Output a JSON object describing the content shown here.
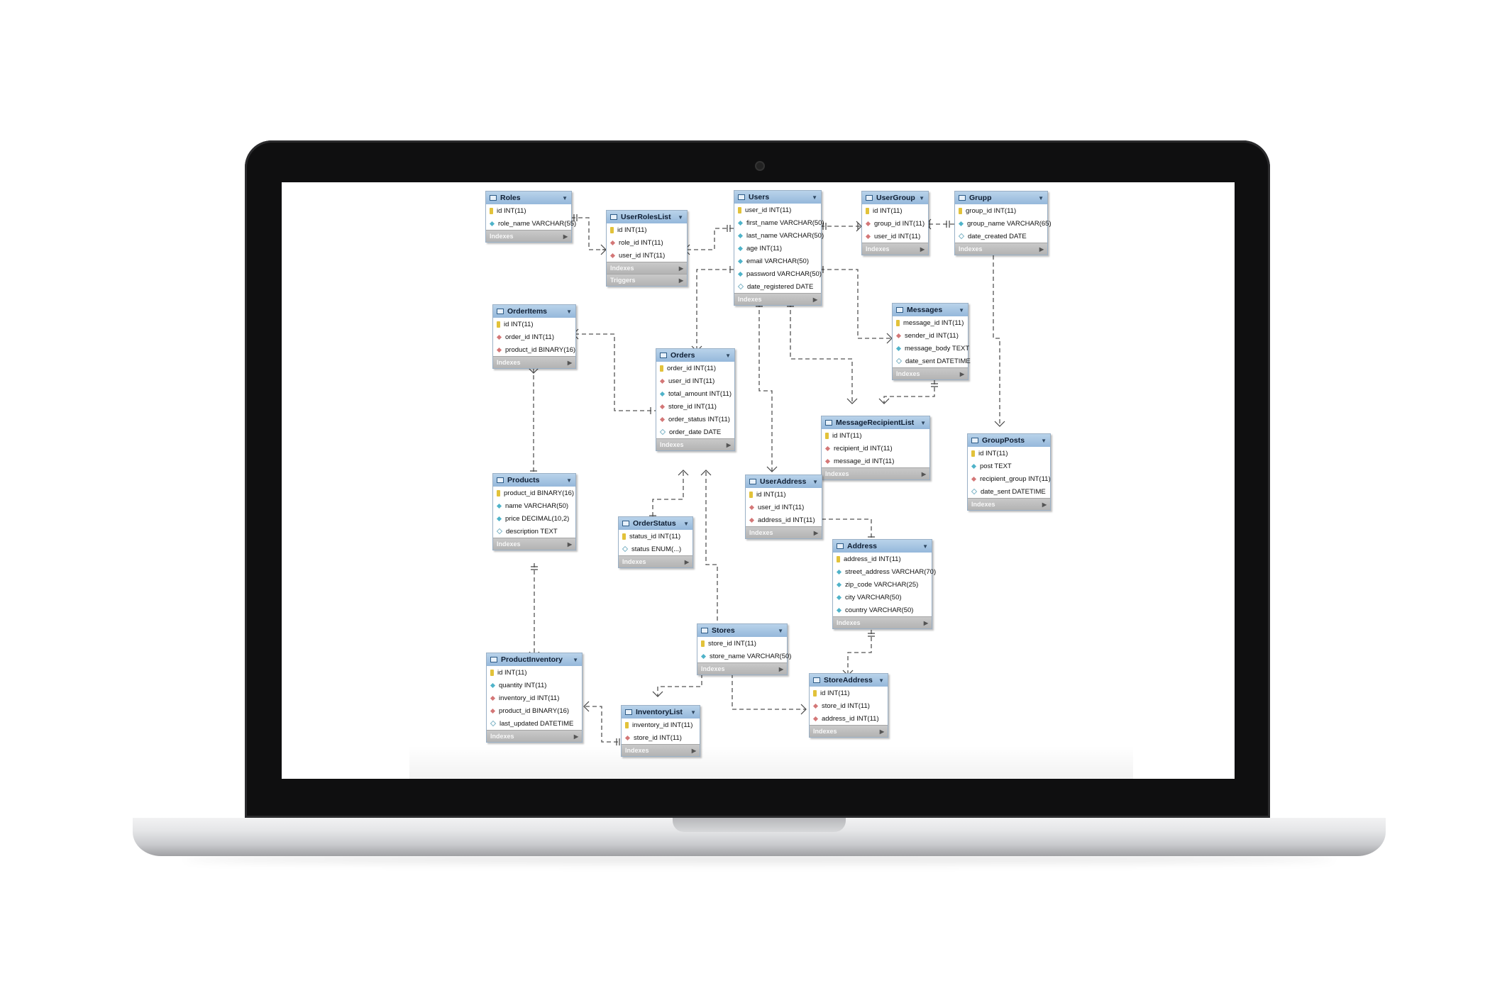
{
  "tables": [
    {
      "name": "Roles",
      "cols": [
        {
          "k": "pk",
          "t": "id INT(11)"
        },
        {
          "k": "nn",
          "t": "role_name VARCHAR(55)"
        }
      ],
      "sections": [
        "Indexes"
      ]
    },
    {
      "name": "UserRolesList",
      "cols": [
        {
          "k": "pk",
          "t": "id INT(11)"
        },
        {
          "k": "fk",
          "t": "role_id INT(11)"
        },
        {
          "k": "fk",
          "t": "user_id INT(11)"
        }
      ],
      "sections": [
        "Indexes",
        "Triggers"
      ]
    },
    {
      "name": "Users",
      "cols": [
        {
          "k": "pk",
          "t": "user_id INT(11)"
        },
        {
          "k": "nn",
          "t": "first_name VARCHAR(50)"
        },
        {
          "k": "nn",
          "t": "last_name VARCHAR(50)"
        },
        {
          "k": "nn",
          "t": "age INT(11)"
        },
        {
          "k": "nn",
          "t": "email VARCHAR(50)"
        },
        {
          "k": "nn",
          "t": "password VARCHAR(50)"
        },
        {
          "k": "nl",
          "t": "date_registered DATE"
        }
      ],
      "sections": [
        "Indexes"
      ]
    },
    {
      "name": "UserGroup",
      "cols": [
        {
          "k": "pk",
          "t": "id INT(11)"
        },
        {
          "k": "fk",
          "t": "group_id INT(11)"
        },
        {
          "k": "fk",
          "t": "user_id INT(11)"
        }
      ],
      "sections": [
        "Indexes"
      ]
    },
    {
      "name": "Grupp",
      "cols": [
        {
          "k": "pk",
          "t": "group_id INT(11)"
        },
        {
          "k": "nn",
          "t": "group_name VARCHAR(65)"
        },
        {
          "k": "nl",
          "t": "date_created DATE"
        }
      ],
      "sections": [
        "Indexes"
      ]
    },
    {
      "name": "OrderItems",
      "cols": [
        {
          "k": "pk",
          "t": "id INT(11)"
        },
        {
          "k": "fk",
          "t": "order_id INT(11)"
        },
        {
          "k": "fk",
          "t": "product_id BINARY(16)"
        }
      ],
      "sections": [
        "Indexes"
      ]
    },
    {
      "name": "Messages",
      "cols": [
        {
          "k": "pk",
          "t": "message_id INT(11)"
        },
        {
          "k": "fk",
          "t": "sender_id INT(11)"
        },
        {
          "k": "nn",
          "t": "message_body TEXT"
        },
        {
          "k": "nl",
          "t": "date_sent DATETIME"
        }
      ],
      "sections": [
        "Indexes"
      ]
    },
    {
      "name": "Orders",
      "cols": [
        {
          "k": "pk",
          "t": "order_id INT(11)"
        },
        {
          "k": "fk",
          "t": "user_id INT(11)"
        },
        {
          "k": "nn",
          "t": "total_amount INT(11)"
        },
        {
          "k": "fk",
          "t": "store_id INT(11)"
        },
        {
          "k": "fk",
          "t": "order_status INT(11)"
        },
        {
          "k": "nl",
          "t": "order_date DATE"
        }
      ],
      "sections": [
        "Indexes"
      ]
    },
    {
      "name": "MessageRecipientList",
      "cols": [
        {
          "k": "pk",
          "t": "id INT(11)"
        },
        {
          "k": "fk",
          "t": "recipient_id INT(11)"
        },
        {
          "k": "fk",
          "t": "message_id INT(11)"
        }
      ],
      "sections": [
        "Indexes"
      ]
    },
    {
      "name": "GroupPosts",
      "cols": [
        {
          "k": "pk",
          "t": "id INT(11)"
        },
        {
          "k": "nn",
          "t": "post TEXT"
        },
        {
          "k": "fk",
          "t": "recipient_group INT(11)"
        },
        {
          "k": "nl",
          "t": "date_sent DATETIME"
        }
      ],
      "sections": [
        "Indexes"
      ]
    },
    {
      "name": "Products",
      "cols": [
        {
          "k": "pk",
          "t": "product_id BINARY(16)"
        },
        {
          "k": "nn",
          "t": "name VARCHAR(50)"
        },
        {
          "k": "nn",
          "t": "price DECIMAL(10,2)"
        },
        {
          "k": "nl",
          "t": "description TEXT"
        }
      ],
      "sections": [
        "Indexes"
      ]
    },
    {
      "name": "UserAddress",
      "cols": [
        {
          "k": "pk",
          "t": "id INT(11)"
        },
        {
          "k": "fk",
          "t": "user_id INT(11)"
        },
        {
          "k": "fk",
          "t": "address_id INT(11)"
        }
      ],
      "sections": [
        "Indexes"
      ]
    },
    {
      "name": "OrderStatus",
      "cols": [
        {
          "k": "pk",
          "t": "status_id INT(11)"
        },
        {
          "k": "nl",
          "t": "status ENUM(...)"
        }
      ],
      "sections": [
        "Indexes"
      ]
    },
    {
      "name": "Address",
      "cols": [
        {
          "k": "pk",
          "t": "address_id INT(11)"
        },
        {
          "k": "nn",
          "t": "street_address VARCHAR(70)"
        },
        {
          "k": "nn",
          "t": "zip_code VARCHAR(25)"
        },
        {
          "k": "nn",
          "t": "city VARCHAR(50)"
        },
        {
          "k": "nn",
          "t": "country VARCHAR(50)"
        }
      ],
      "sections": [
        "Indexes"
      ]
    },
    {
      "name": "Stores",
      "cols": [
        {
          "k": "pk",
          "t": "store_id INT(11)"
        },
        {
          "k": "nn",
          "t": "store_name VARCHAR(50)"
        }
      ],
      "sections": [
        "Indexes"
      ]
    },
    {
      "name": "ProductInventory",
      "cols": [
        {
          "k": "pk",
          "t": "id INT(11)"
        },
        {
          "k": "nn",
          "t": "quantity INT(11)"
        },
        {
          "k": "fk",
          "t": "inventory_id INT(11)"
        },
        {
          "k": "fk",
          "t": "product_id BINARY(16)"
        },
        {
          "k": "nl",
          "t": "last_updated DATETIME"
        }
      ],
      "sections": [
        "Indexes"
      ]
    },
    {
      "name": "StoreAddress",
      "cols": [
        {
          "k": "pk",
          "t": "id INT(11)"
        },
        {
          "k": "fk",
          "t": "store_id INT(11)"
        },
        {
          "k": "fk",
          "t": "address_id INT(11)"
        }
      ],
      "sections": [
        "Indexes"
      ]
    },
    {
      "name": "InventoryList",
      "cols": [
        {
          "k": "pk",
          "t": "inventory_id INT(11)"
        },
        {
          "k": "fk",
          "t": "store_id INT(11)"
        }
      ],
      "sections": [
        "Indexes"
      ]
    }
  ],
  "colors": {
    "header": "#a9c8e6",
    "section": "#bdbdbd",
    "line": "#555555"
  }
}
